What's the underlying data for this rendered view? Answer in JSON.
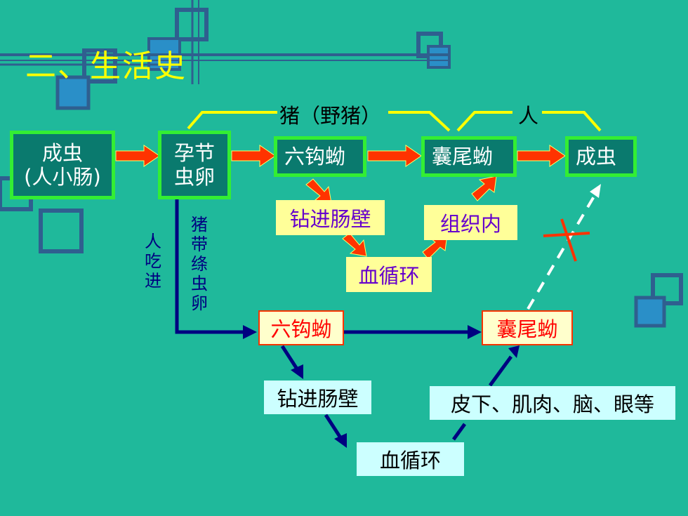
{
  "slide": {
    "title": "二、生活史",
    "colors": {
      "background": "#1fb99b",
      "title": "#ffff00",
      "green_border": "#33ee33",
      "box_fill": "#0a7a6e",
      "arrow_red": "#ff3300",
      "arrow_navy": "#000080"
    }
  },
  "hosts": {
    "pig_label": "猪（野猪）",
    "human_label": "人"
  },
  "main_chain": {
    "adult_line1": "成虫",
    "adult_line2": "(人小肠)",
    "egg_line1": "孕节",
    "egg_line2": "虫卵",
    "oncosphere": "六钩蚴",
    "cysticercus": "囊尾蚴",
    "adult_human": "成虫"
  },
  "pig_path": {
    "penetrate": "钻进肠壁",
    "circulation": "血循环",
    "tissue": "组织内"
  },
  "side_labels": {
    "human_eats": "人吃进",
    "pork_tapeworm_eggs": "猪带绦虫卵"
  },
  "human_path": {
    "oncosphere": "六钩蚴",
    "cysticercus": "囊尾蚴",
    "penetrate": "钻进肠壁",
    "circulation": "血循环",
    "sites": "皮下、肌肉、脑、眼等"
  }
}
